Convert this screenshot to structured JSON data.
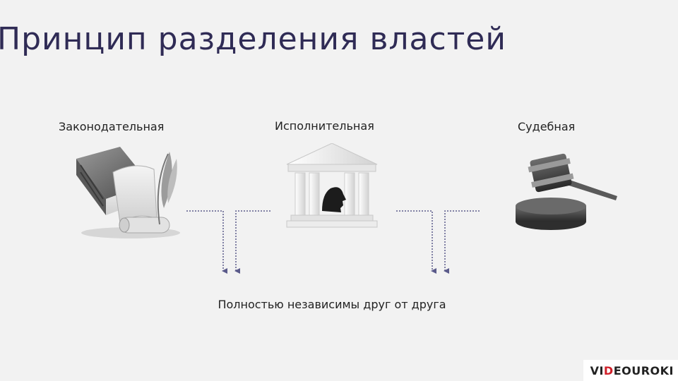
{
  "slide": {
    "title": "Принцип разделения властей",
    "branches": [
      {
        "label": "Законодательная",
        "icon": "book-and-quill-icon"
      },
      {
        "label": "Исполнительная",
        "icon": "government-building-icon"
      },
      {
        "label": "Судебная",
        "icon": "gavel-icon"
      }
    ],
    "caption": "Полностью независимы друг от друга",
    "arrow_color": "#5a5a8a",
    "title_color": "#2f2b55"
  },
  "logo": {
    "text": "VIDEOUROKI",
    "text_before_accent": "VI",
    "accent": "D",
    "text_after_accent": "EOUROKI",
    "accent_color": "#d0212a"
  }
}
